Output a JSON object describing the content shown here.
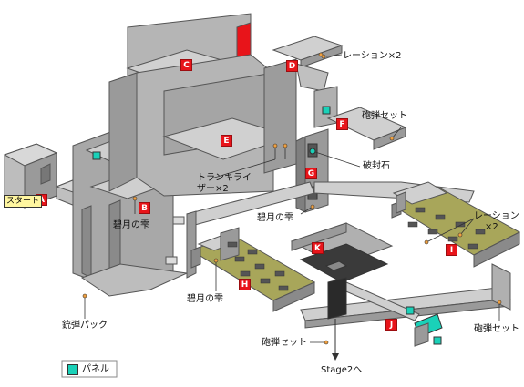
{
  "markers": {
    "A": "A",
    "B": "B",
    "C": "C",
    "D": "D",
    "E": "E",
    "F": "F",
    "G": "G",
    "H": "H",
    "I": "I",
    "J": "J",
    "K": "K"
  },
  "labels": {
    "start": "スタート",
    "ration_d": "レーション×2",
    "bullet_set_f": "砲弾セット",
    "seal_stone": "破封石",
    "tranquilizer_line1": "トランキライ",
    "tranquilizer_line2": "ザー×2",
    "bluemoon_b": "碧月の雫",
    "bluemoon_g": "碧月の雫",
    "bluemoon_h": "碧月の雫",
    "ration_i_line1": "レーション",
    "ration_i_line2": "×2",
    "gun_pack": "銃弾パック",
    "bullet_set_j": "砲弾セット",
    "bullet_set_right": "砲弾セット",
    "stage2": "Stage2へ",
    "legend_panel": "パネル"
  },
  "colors": {
    "wall_top": "#d8d8d8",
    "wall_side": "#9a9a9a",
    "floor": "#c8c8c8",
    "marker_red": "#e8141a",
    "grate_olive": "#9c9a4a",
    "panel_cyan": "#1ad1b8",
    "pit_dark": "#2a2a2a"
  }
}
